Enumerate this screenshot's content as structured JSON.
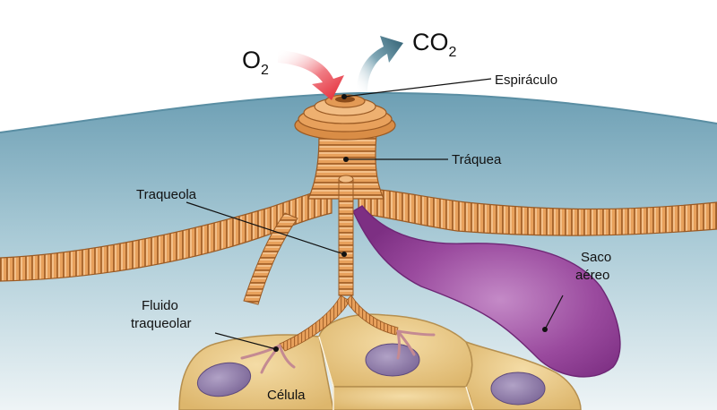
{
  "labels": {
    "o2": {
      "main": "O",
      "sub": "2"
    },
    "co2": {
      "main": "CO",
      "sub": "2"
    },
    "espiraculo": "Espiráculo",
    "traquea": "Tráquea",
    "traqueola": "Traqueola",
    "saco_line1": "Saco",
    "saco_line2": "aéreo",
    "fluido_line1": "Fluido",
    "fluido_line2": "traqueolar",
    "celula": "Célula"
  },
  "colors": {
    "body_top": "#79a9bc",
    "body_bottom": "#e9f1f3",
    "trachea": "#e8a15c",
    "trachea_ring": "#a8652c",
    "trachea_highlight": "#f6c896",
    "air_sac": "#8f3f94",
    "air_sac_light": "#c58bc8",
    "cell": "#e9c98a",
    "cell_outline": "#b58f4f",
    "nucleus": "#8d79a8",
    "o2_arrow": "#e8333f",
    "co2_arrow": "#3d6d7f",
    "tracheole": "#c48a92"
  }
}
